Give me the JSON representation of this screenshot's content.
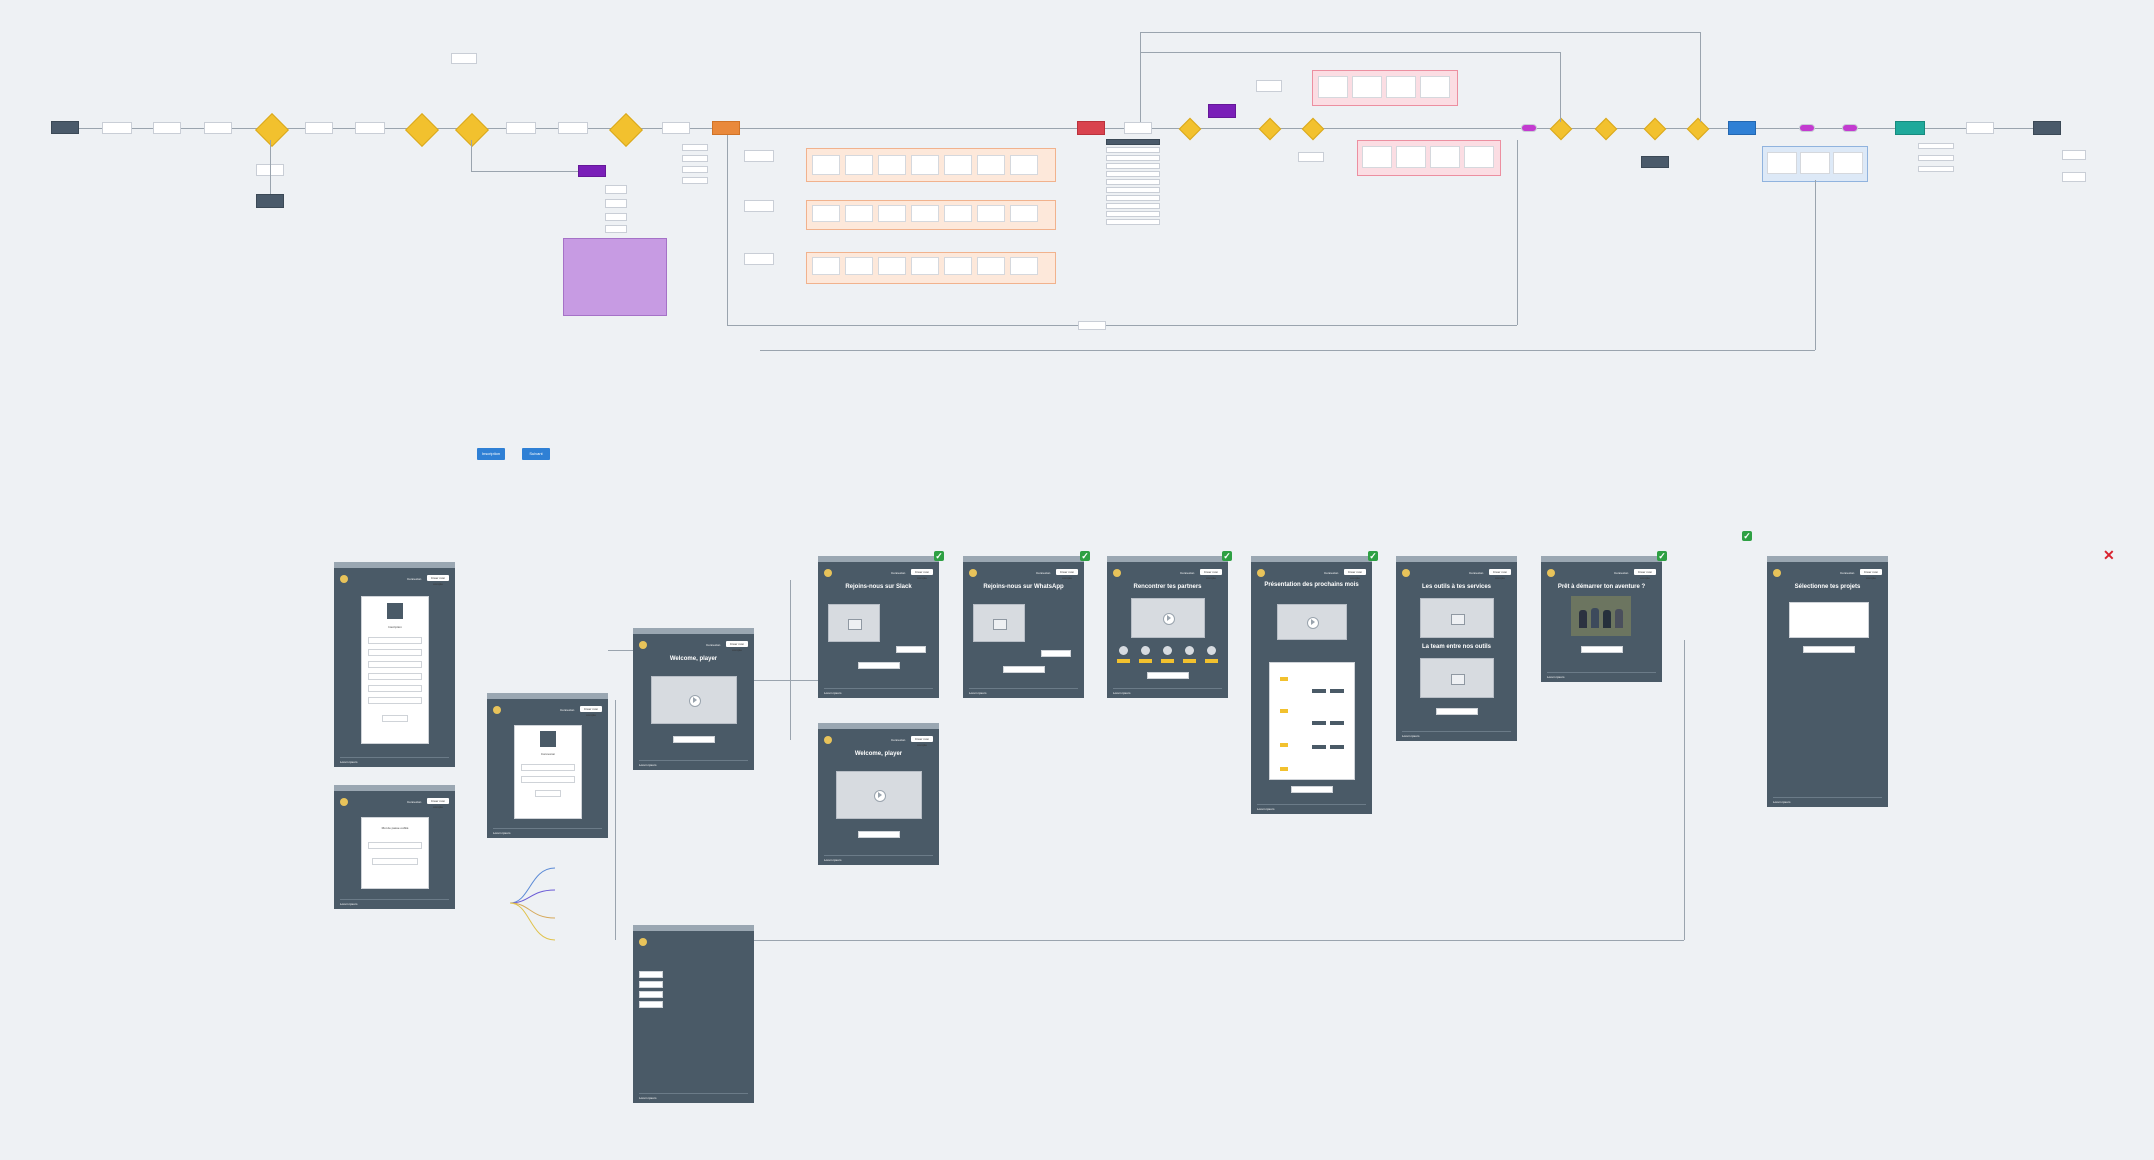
{
  "flow": {
    "start_label": "",
    "scenario_label": "",
    "node_labels": []
  },
  "prototype": {
    "nav_login": "Connexion",
    "nav_signup": "Créer mon compte",
    "buttons": {
      "left": "Inscription",
      "right": "Suivant"
    },
    "screens": {
      "signup": {
        "title": "Inscription"
      },
      "login": {
        "title": "Connexion"
      },
      "reset": {
        "title": "Mot de passe oublié"
      },
      "welcome": {
        "title": "Welcome, player"
      },
      "welcome2": {
        "title": "Welcome, player"
      },
      "slack": {
        "title": "Rejoins-nous sur Slack"
      },
      "whatsapp": {
        "title": "Rejoins-nous sur WhatsApp"
      },
      "partners": {
        "title": "Rencontrer tes partners"
      },
      "projects": {
        "title": "Présentation des prochains mois"
      },
      "tools": {
        "title": "Les outils à tes services"
      },
      "tools_sub": "La team entre nos outils",
      "ready": {
        "title": "Prêt à démarrer ton aventure ?"
      },
      "final": {
        "title": "Sélectionne tes projets"
      }
    },
    "footer_brand": "Lorem ipsum",
    "checks": [
      "✓",
      "✓",
      "✓",
      "✓",
      "✓",
      "✓"
    ],
    "cross": "✕"
  },
  "colors": {
    "canvas": "#eef1f4",
    "frame": "#4a5a67",
    "yellow": "#f2c12e",
    "purple": "#7a1fb8",
    "blue": "#2f80d5",
    "teal": "#1fa99b",
    "red": "#d9434e",
    "orange": "#e9893b"
  }
}
